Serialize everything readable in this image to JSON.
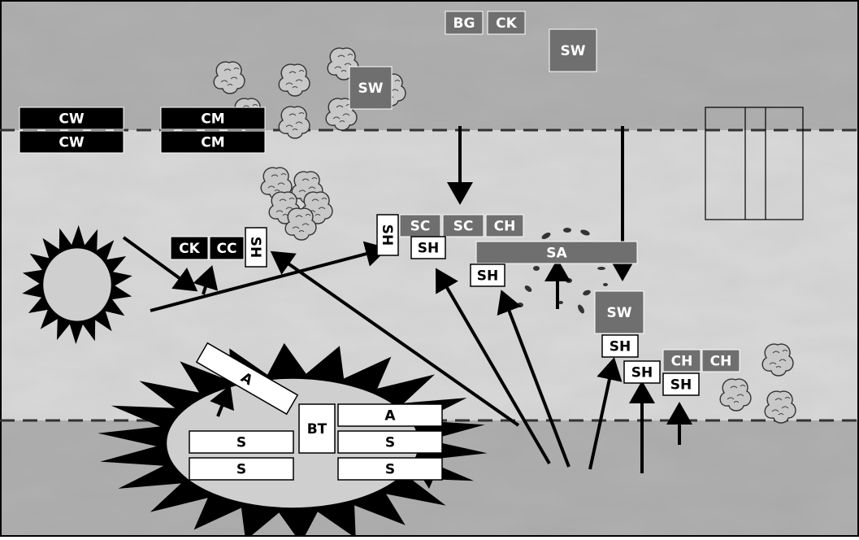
{
  "map": {
    "colors": {
      "dark_band": "#a9a9a9",
      "light_band": "#d9d9d9",
      "black_unit": "#000000",
      "gray_unit": "#6f6f6f",
      "white_unit": "#ffffff",
      "arrow": "#000000"
    },
    "labels": {
      "bg": "BG",
      "ck_top": "CK",
      "sw_top_right": "SW",
      "sw_top_left": "SW",
      "cw_1": "CW",
      "cw_2": "CW",
      "cm_1": "CM",
      "cm_2": "CM",
      "ck_mid": "CK",
      "cc_mid": "CC",
      "sh_vertical_left": "SH",
      "sh_vertical_center": "SH",
      "sc_1": "SC",
      "sc_2": "SC",
      "ch_mid": "CH",
      "sh_center": "SH",
      "sa": "SA",
      "sh_center_low": "SH",
      "sw_right": "SW",
      "sh_right_1": "SH",
      "ch_right_1": "CH",
      "ch_right_2": "CH",
      "sh_right_2": "SH",
      "sh_right_3": "SH",
      "a_rotated": "A",
      "bt": "BT",
      "a_right": "A",
      "s_left_1": "S",
      "s_left_2": "S",
      "s_right_1": "S",
      "s_right_2": "S"
    }
  }
}
